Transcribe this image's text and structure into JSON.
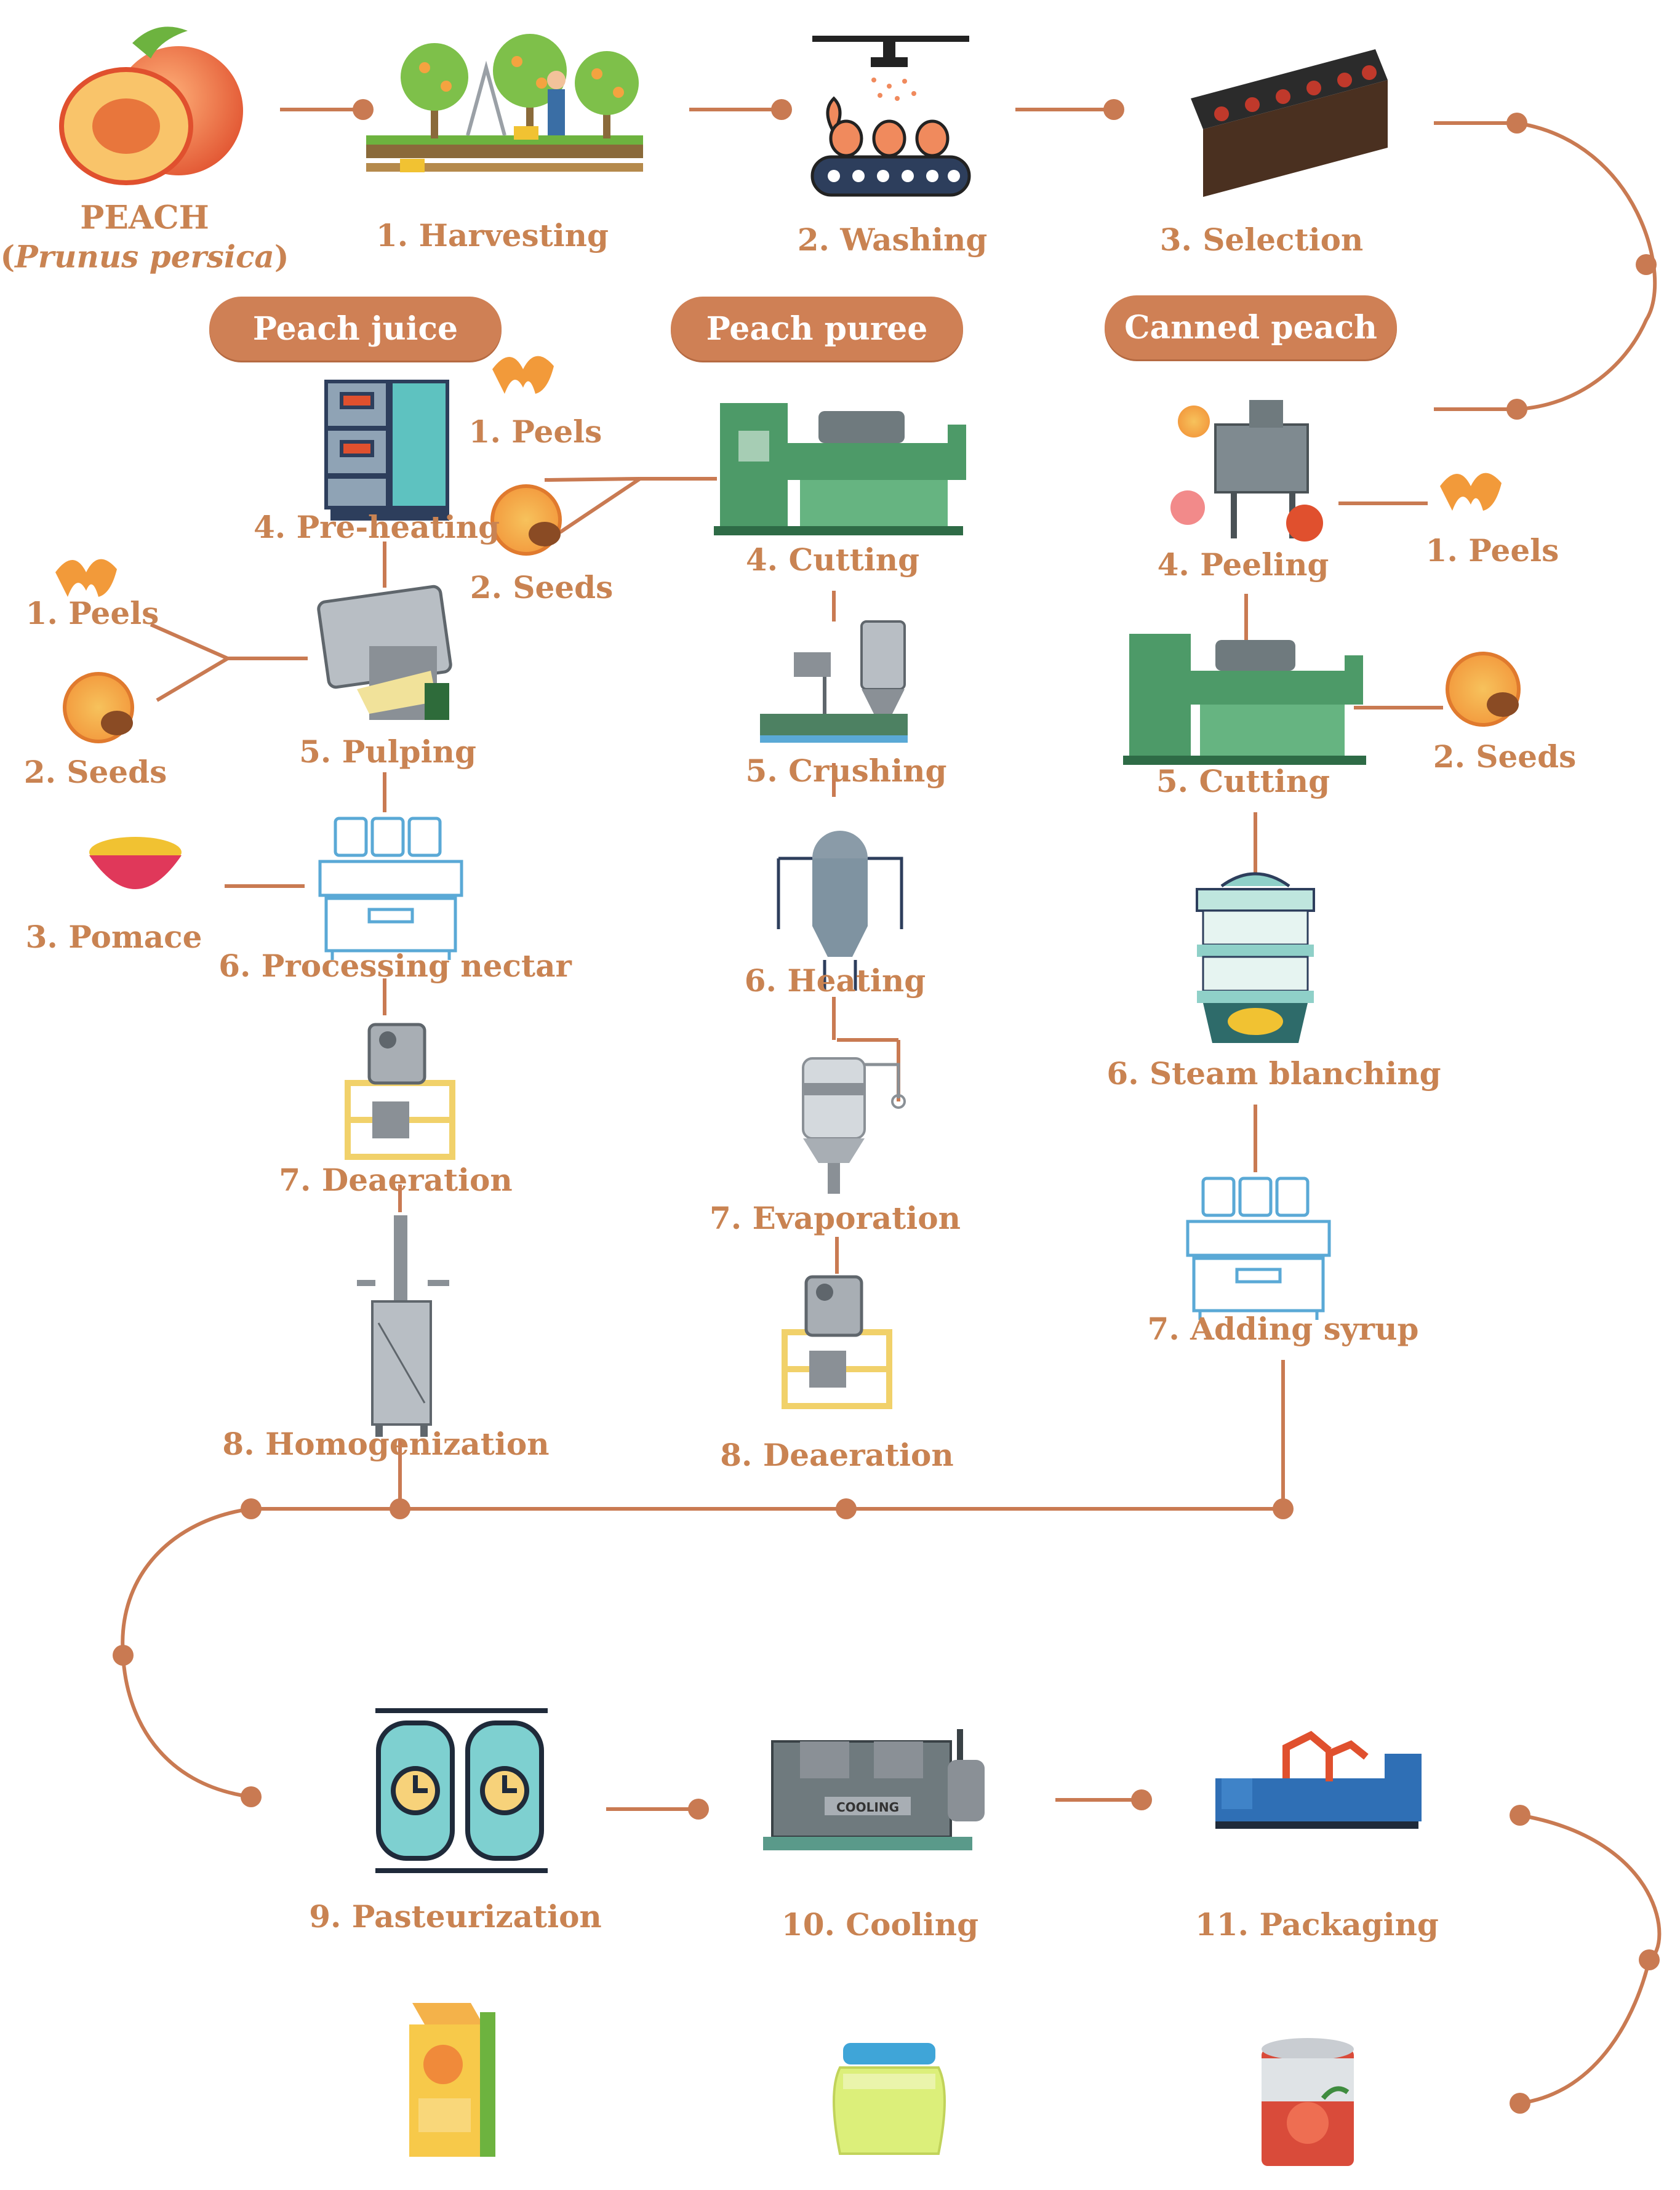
{
  "colors": {
    "accent": "#cf8055",
    "line": "#c97a52",
    "label": "#c98352"
  },
  "raw": {
    "name": "PEACH",
    "latin": "Prunus persica"
  },
  "common_steps": {
    "harvesting": "1. Harvesting",
    "washing": "2. Washing",
    "selection": "3. Selection"
  },
  "products": {
    "juice": "Peach juice",
    "puree": "Peach puree",
    "canned": "Canned peach"
  },
  "juice": {
    "preheating": "4. Pre-heating",
    "pulping": "5. Pulping",
    "nectar": "6. Processing nectar",
    "deaeration": "7. Deaeration",
    "homogenization": "8. Homogenization",
    "byproducts": {
      "peels": "1. Peels",
      "seeds": "2. Seeds",
      "pomace": "3. Pomace"
    }
  },
  "puree": {
    "cutting": "4. Cutting",
    "crushing": "5. Crushing",
    "heating": "6. Heating",
    "evaporation": "7. Evaporation",
    "deaeration": "8. Deaeration",
    "byproducts": {
      "peels": "1. Peels",
      "seeds": "2. Seeds"
    }
  },
  "canned": {
    "peeling": "4. Peeling",
    "cutting": "5. Cutting",
    "blanching": "6. Steam blanching",
    "syrup": "7. Adding syrup",
    "byproducts": {
      "peels": "1. Peels",
      "seeds": "2. Seeds"
    }
  },
  "final_steps": {
    "pasteurization": "9. Pasteurization",
    "cooling": "10. Cooling",
    "packaging": "11. Packaging"
  },
  "icons": {
    "cooling_panel": "COOLING",
    "juice_box": "juice-carton-icon",
    "puree_jar": "puree-jar-icon",
    "can": "canned-peach-icon"
  }
}
